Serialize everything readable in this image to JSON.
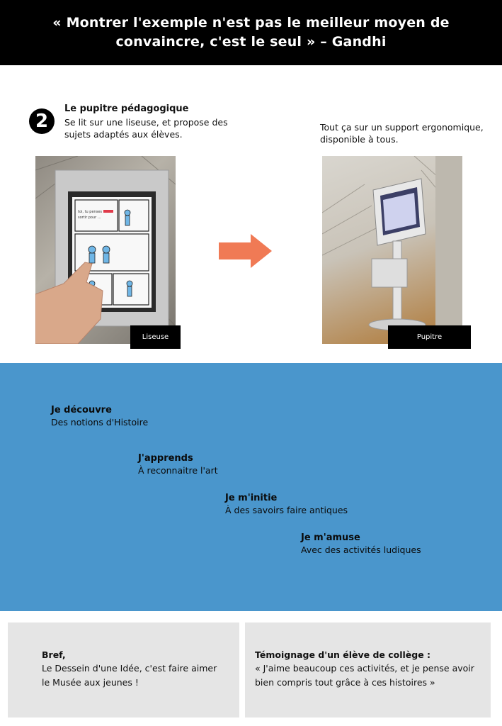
{
  "banner": {
    "quote": "« Montrer l'exemple n'est pas le meilleur moyen de convaincre, c'est le seul » – Gandhi"
  },
  "step": {
    "number": "2",
    "title": "Le pupitre pédagogique",
    "description": "Se lit sur une liseuse, et propose des sujets adaptés aux élèves."
  },
  "right_text": "Tout ça sur un support ergonomique, disponible à tous.",
  "photos": {
    "left_caption": "Liseuse",
    "right_caption": "Pupitre"
  },
  "arrow_color": "#f07a55",
  "features": [
    {
      "title": "Je découvre",
      "text": "Des notions d'Histoire"
    },
    {
      "title": "J'apprends",
      "text": "À reconnaitre l'art"
    },
    {
      "title": "Je m'initie",
      "text": "À des savoirs faire antiques"
    },
    {
      "title": "Je m'amuse",
      "text": "Avec des activités ludiques"
    }
  ],
  "summary": {
    "title": "Bref,",
    "text": "Le Dessein d'une Idée, c'est faire aimer le Musée aux jeunes !"
  },
  "testimony": {
    "title": "Témoignage d'un élève de collège :",
    "text": "« J'aime beaucoup ces activités, et je pense avoir bien compris tout grâce à ces histoires »"
  }
}
